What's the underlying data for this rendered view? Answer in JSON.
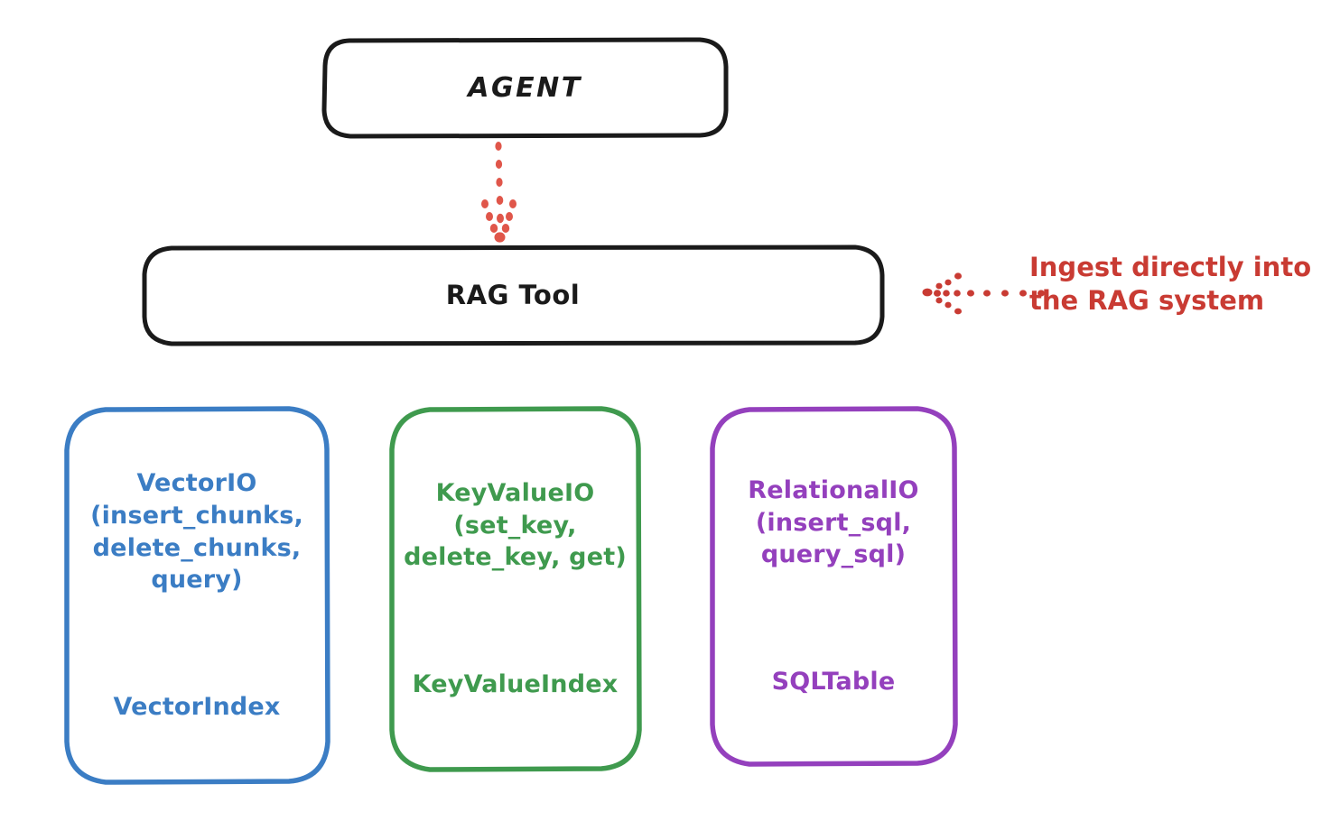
{
  "diagram": {
    "title": "RAG Tool architecture",
    "background_color": "#ffffff",
    "nodes": {
      "agent": {
        "label": "AGENT",
        "border_color": "#1a1a1a",
        "text_color": "#1a1a1a"
      },
      "rag_tool": {
        "label": "RAG Tool",
        "border_color": "#1a1a1a",
        "text_color": "#1a1a1a"
      },
      "vector": {
        "api_label": "VectorIO\n(insert_chunks,\ndelete_chunks,\nquery)",
        "index_label": "VectorIndex",
        "border_color": "#3b7dc4",
        "text_color": "#3b7dc4"
      },
      "keyvalue": {
        "api_label": "KeyValueIO\n(set_key,\ndelete_key, get)",
        "index_label": "KeyValueIndex",
        "border_color": "#3f9a4e",
        "text_color": "#3f9a4e"
      },
      "relational": {
        "api_label": "RelationalIO\n(insert_sql,\nquery_sql)",
        "index_label": "SQLTable",
        "border_color": "#9440bd",
        "text_color": "#9440bd"
      }
    },
    "annotations": {
      "ingest": {
        "text": "Ingest directly into\nthe RAG system",
        "color": "#c93b33"
      }
    },
    "edges": {
      "agent_to_rag": {
        "style": "dotted",
        "direction": "down",
        "color": "#e0564a"
      },
      "ingest_to_rag": {
        "style": "dotted",
        "direction": "left",
        "color": "#c93b33"
      }
    }
  }
}
